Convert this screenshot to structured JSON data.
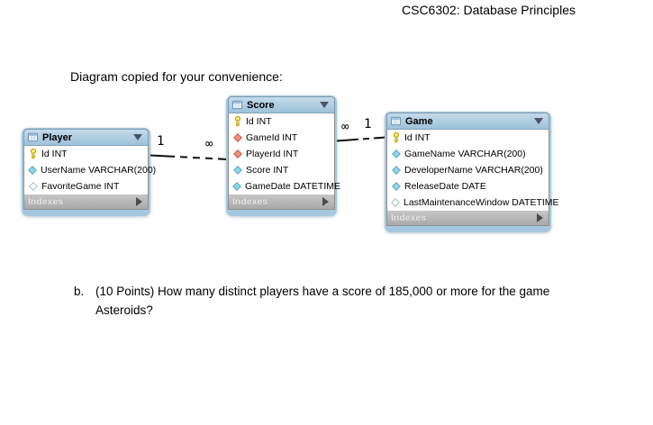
{
  "page": {
    "header_title": "CSC6302: Database Principles",
    "intro_text": "Diagram copied for your convenience:",
    "question": {
      "label": "b.",
      "line1": "(10 Points) How many distinct players have a score of 185,000 or more for the game",
      "line2": "Asteroids?"
    }
  },
  "colors": {
    "table_header_blue": "#a9c9de",
    "table_halo_blue": "#a6c8de",
    "indexes_bar_gray": "#b4b4b4",
    "attribute_diamond_cyan": "#8fd8e8",
    "foreign_key_diamond_red": "#ee9086",
    "primary_key_yellow": "#ffe14d"
  },
  "icons": {
    "table_header": "table-icon",
    "collapse": "chevron-down-icon",
    "expand": "chevron-right-icon"
  },
  "diagram": {
    "tables": [
      {
        "name": "Player",
        "columns": [
          {
            "icon": "key-icon",
            "text": "Id INT"
          },
          {
            "icon": "diamond-filled-icon",
            "text": "UserName VARCHAR(200)"
          },
          {
            "icon": "diamond-outline-icon",
            "text": "FavoriteGame INT"
          }
        ],
        "footer": "Indexes"
      },
      {
        "name": "Score",
        "columns": [
          {
            "icon": "key-icon",
            "text": "Id INT"
          },
          {
            "icon": "diamond-fk-icon",
            "text": "GameId INT"
          },
          {
            "icon": "diamond-fk-icon",
            "text": "PlayerId INT"
          },
          {
            "icon": "diamond-filled-icon",
            "text": "Score INT"
          },
          {
            "icon": "diamond-filled-icon",
            "text": "GameDate DATETIME"
          }
        ],
        "footer": "Indexes"
      },
      {
        "name": "Game",
        "columns": [
          {
            "icon": "key-icon",
            "text": "Id INT"
          },
          {
            "icon": "diamond-filled-icon",
            "text": "GameName VARCHAR(200)"
          },
          {
            "icon": "diamond-filled-icon",
            "text": "DeveloperName VARCHAR(200)"
          },
          {
            "icon": "diamond-filled-icon",
            "text": "ReleaseDate DATE"
          },
          {
            "icon": "diamond-outline-icon",
            "text": "LastMaintenanceWindow DATETIME"
          }
        ],
        "footer": "Indexes"
      }
    ],
    "relationships": [
      {
        "from": "Player",
        "to": "Score",
        "from_cardinality": "1",
        "to_cardinality": "∞",
        "style": "dashed"
      },
      {
        "from": "Score",
        "to": "Game",
        "from_cardinality": "∞",
        "to_cardinality": "1",
        "style": "dashed"
      }
    ]
  }
}
